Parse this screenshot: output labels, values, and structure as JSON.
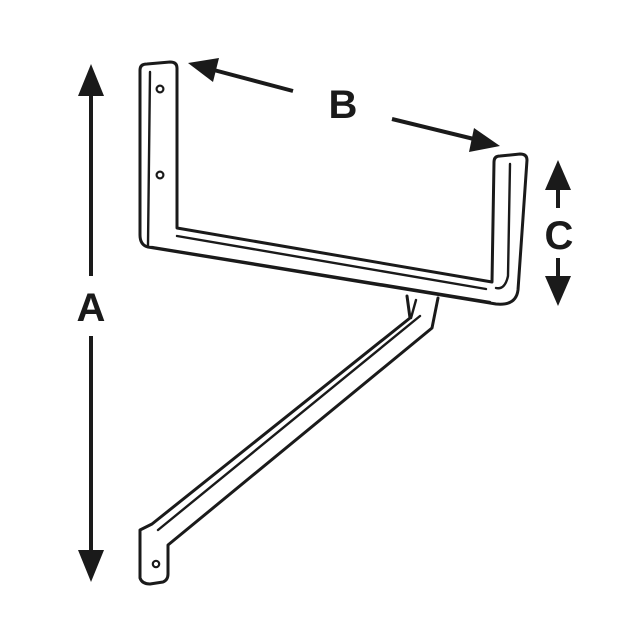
{
  "dimensions": {
    "a": {
      "label": "A"
    },
    "b": {
      "label": "B"
    },
    "c": {
      "label": "C"
    }
  },
  "colors": {
    "line": "#1a1a1a",
    "background": "#ffffff"
  }
}
